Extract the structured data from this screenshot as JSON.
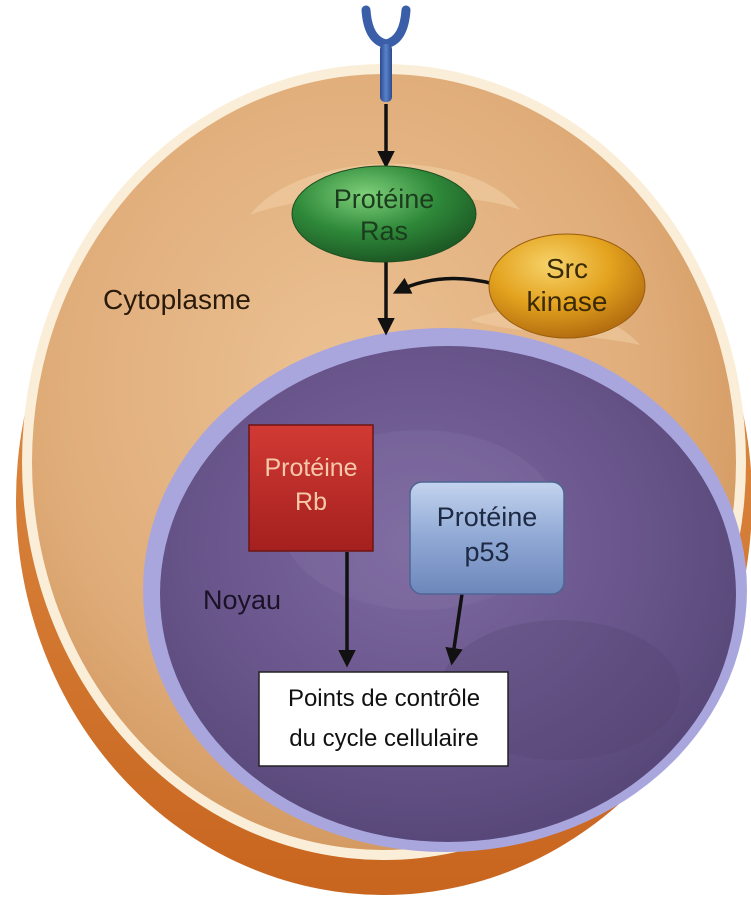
{
  "labels": {
    "cytoplasm": "Cytoplasme",
    "nucleus": "Noyau",
    "ras_line1": "Protéine",
    "ras_line2": "Ras",
    "src_line1": "Src",
    "src_line2": "kinase",
    "rb_line1": "Protéine",
    "rb_line2": "Rb",
    "p53_line1": "Protéine",
    "p53_line2": "p53",
    "checkpoint_line1": "Points de contrôle",
    "checkpoint_line2": "du cycle cellulaire"
  },
  "colors": {
    "cell_cytoplasm": "#e3b07c",
    "cell_rim": "#d97a2e",
    "membrane": "#fbeed8",
    "nucleus_fill": "#6e5a8f",
    "nucleus_envelope": "#9b97d6",
    "ras": "#2f8a3a",
    "src": "#e3a21e",
    "rb": "#bd2a26",
    "p53": "#8fa8d4",
    "receptor": "#3a5fa8",
    "checkpoint_box": "#ffffff"
  },
  "icons": {
    "receptor": "y-shaped-receptor-icon"
  }
}
